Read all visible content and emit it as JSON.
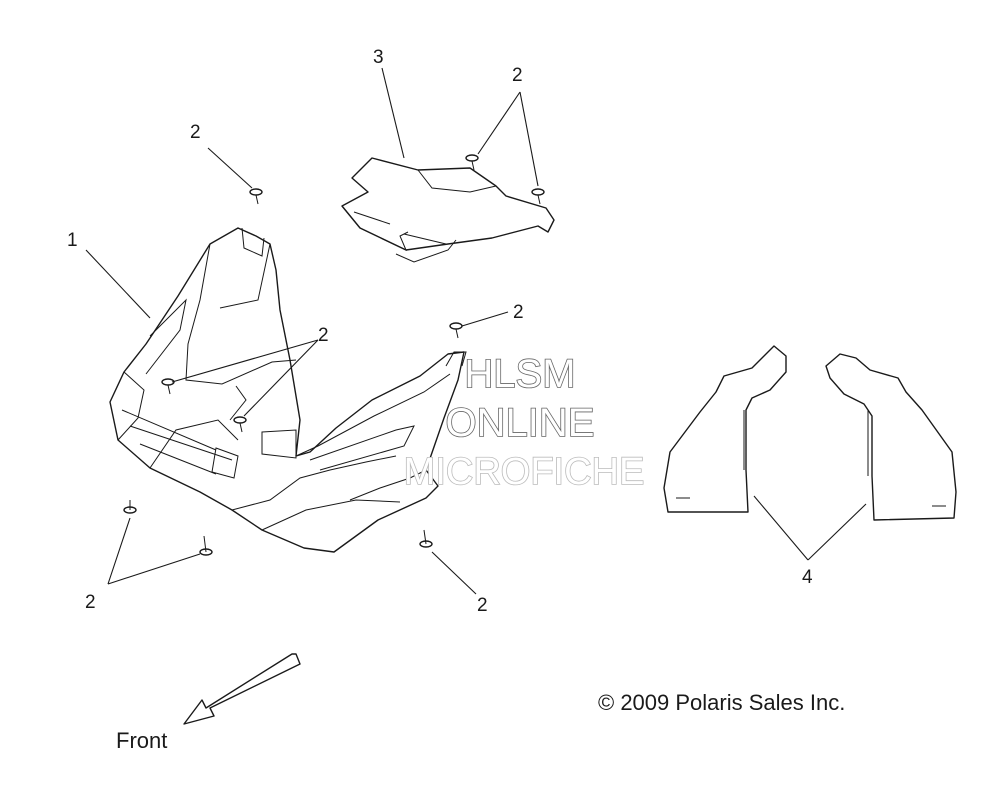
{
  "callouts": {
    "part_1": "1",
    "part_2": "2",
    "part_3": "3",
    "part_4": "4"
  },
  "watermark": {
    "line1": "HLSM",
    "line2": "ONLINE",
    "line3": "MICROFICHE"
  },
  "front_label": "Front",
  "copyright": "© 2009 Polaris Sales Inc."
}
